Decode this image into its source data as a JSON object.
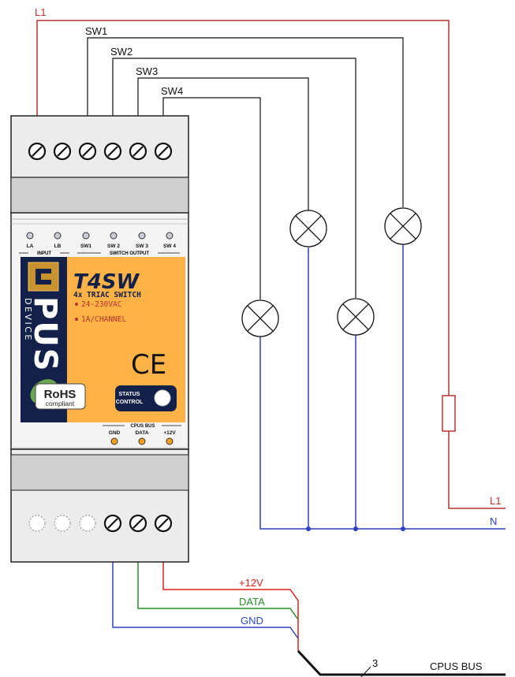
{
  "wires": {
    "l1_top": "L1",
    "sw1": "SW1",
    "sw2": "SW2",
    "sw3": "SW3",
    "sw4": "SW4",
    "l1_right": "L1",
    "n_right": "N",
    "plus12v": "+12V",
    "data": "DATA",
    "gnd": "GND",
    "bus_count": "3",
    "bus_label": "CPUS BUS"
  },
  "module": {
    "leds_top": [
      "LA",
      "LB",
      "SW1",
      "SW 2",
      "SW 3",
      "SW 4"
    ],
    "group_input": "INPUT",
    "group_switch_output": "SWITCH OUTPUT",
    "logo_vertical": "PUS",
    "logo_device": "DEVICE",
    "model": "T4SW",
    "subtitle": "4x TRIAC SWITCH",
    "spec1": "24-230VAC",
    "spec2": "1A/CHANNEL",
    "ce": "CE",
    "rohs": "RoHS",
    "rohs_sub": "compliant",
    "status_line1": "STATUS",
    "status_line2": "CONTROL",
    "bus_group": "CPUS BUS",
    "leds_bottom": [
      "GND",
      "DATA",
      "+12V"
    ]
  },
  "colors": {
    "l1": "#b5332f",
    "neutral": "#2b3fbf",
    "black": "#111111",
    "red": "#d9201c",
    "green": "#2a8a2a",
    "blue": "#2d49c4",
    "label_orange": "#ffb347",
    "label_navy": "#12204a"
  }
}
